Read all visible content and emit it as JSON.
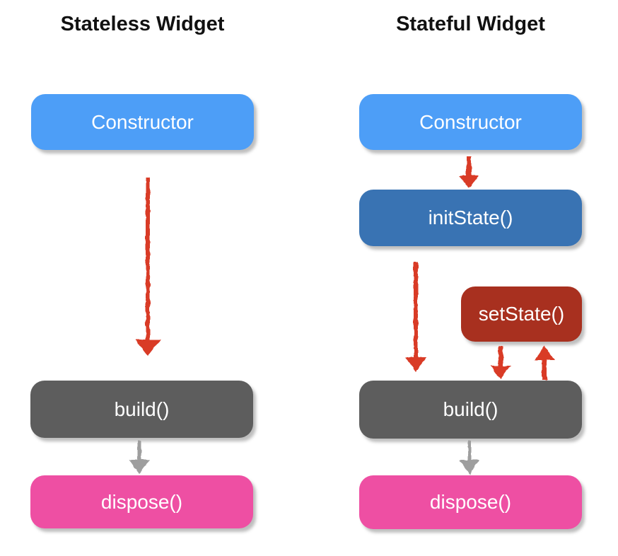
{
  "diagram": {
    "stateless": {
      "title": "Stateless Widget",
      "nodes": {
        "constructor": "Constructor",
        "build": "build()",
        "dispose": "dispose()"
      }
    },
    "stateful": {
      "title": "Stateful Widget",
      "nodes": {
        "constructor": "Constructor",
        "init_state": "initState()",
        "set_state": "setState()",
        "build": "build()",
        "dispose": "dispose()"
      }
    },
    "edges": [
      {
        "column": "stateless",
        "from": "Constructor",
        "to": "build()",
        "color": "#d93a28"
      },
      {
        "column": "stateless",
        "from": "build()",
        "to": "dispose()",
        "color": "#9e9e9e"
      },
      {
        "column": "stateful",
        "from": "Constructor",
        "to": "initState()",
        "color": "#d93a28"
      },
      {
        "column": "stateful",
        "from": "initState()",
        "to": "build()",
        "color": "#d93a28"
      },
      {
        "column": "stateful",
        "from": "setState()",
        "to": "build()",
        "color": "#d93a28"
      },
      {
        "column": "stateful",
        "from": "build()",
        "to": "setState()",
        "color": "#d93a28"
      },
      {
        "column": "stateful",
        "from": "build()",
        "to": "dispose()",
        "color": "#9e9e9e"
      }
    ],
    "colors": {
      "constructor_blue": "#4d9ef7",
      "init_state_blue": "#3973b3",
      "set_state_red": "#a8301f",
      "build_gray": "#5d5d5d",
      "dispose_pink": "#ee4fa3",
      "arrow_red": "#d93a28",
      "arrow_gray": "#9e9e9e",
      "title_text": "#111111",
      "node_text": "#ffffff",
      "background": "#ffffff"
    }
  }
}
